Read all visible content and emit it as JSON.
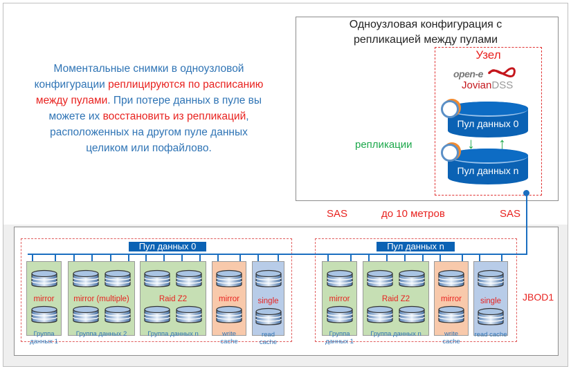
{
  "node": {
    "title_line1": "Одноузловая конфигурация с",
    "title_line2": "репликацией между пулами",
    "label": "Узел",
    "logo_open_e": "open-e",
    "logo_jovian": "Jovian",
    "logo_dss": "DSS",
    "pool0": "Пул данных 0",
    "pooln": "Пул данных n",
    "replication": "репликации"
  },
  "description": {
    "p1": "Моментальные снимки в одноузловой конфигурации ",
    "p2": "реплицируются по расписанию между пулами",
    "p3": ". При потере данных в пуле вы можете их ",
    "p4": "восстановить из репликаций",
    "p5": ", расположенных на другом пуле данных целиком или пофайлово."
  },
  "links": {
    "sas_left": "SAS",
    "distance": "до 10 метров",
    "sas_right": "SAS"
  },
  "jbod": {
    "label": "JBOD1",
    "pool0": {
      "title": "Пул данных 0",
      "groups": [
        {
          "type": "mirror",
          "name": "Группа данных 1"
        },
        {
          "type": "mirror (multiple)",
          "name": "Группа данных 2"
        },
        {
          "type": "Raid Z2",
          "name": "Группа данных n"
        },
        {
          "type": "mirror",
          "name": "write cache"
        },
        {
          "type": "single",
          "name": "read cache"
        }
      ]
    },
    "pooln": {
      "title": "Пул данных n",
      "groups": [
        {
          "type": "mirror",
          "name": "Группа данных 1"
        },
        {
          "type": "Raid Z2",
          "name": "Группа данных n"
        },
        {
          "type": "mirror",
          "name": "write cache"
        },
        {
          "type": "single",
          "name": "read cache"
        }
      ]
    }
  },
  "colors": {
    "accent_blue": "#0b62b4",
    "red": "#e8221f",
    "green": "#1ca84b"
  }
}
